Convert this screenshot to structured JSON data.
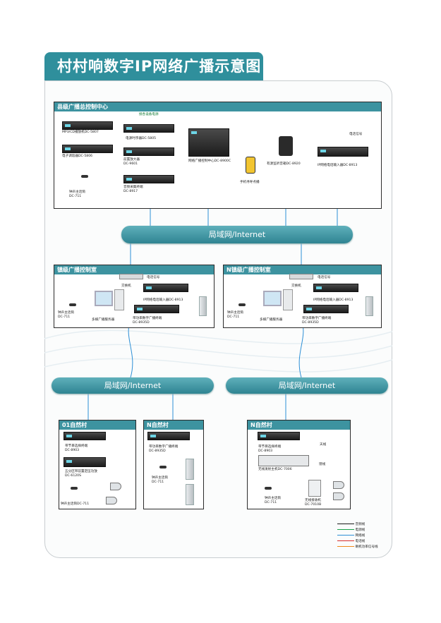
{
  "title": "村村响数字IP网络广播示意图",
  "county": {
    "header": "县级广播总控制中心",
    "devices": {
      "mp3": "MP3/CD播放机DC-5807",
      "tuner": "电子调谐器DC-5806",
      "sequencer": "电源时序器DC-5805",
      "preamp_1": "前置放大器",
      "preamp_2": "DC-9601",
      "collector_1": "音频采集终端",
      "collector_2": "DC-8917",
      "mic_1": "钟声主话筒",
      "mic_2": "DC-711",
      "control_center": "网络广播控制中心DC-8900C",
      "remote": "手机寻呼点播",
      "active_speaker": "有源监听音箱DC-8920",
      "phone_input": "IP网络电话输入器DC-8913",
      "phone_signal": "电话信号",
      "power_label": "接各设备电源"
    }
  },
  "internet_label": "局域网/Internet",
  "town_left": {
    "header": "镇级广播控制室",
    "switch": "交换机",
    "phone_signal": "电话信号",
    "phone_input": "IP网络电话输入器DC-8913",
    "terminal_1": "带功率数字广播终端",
    "terminal_2": "DC-8935D",
    "server": "多媒广播服务器",
    "mic_1": "钟声主话筒",
    "mic_2": "DC-711"
  },
  "town_right": {
    "header": "N镇级广播控制室",
    "switch": "交换机",
    "phone_signal": "电话信号",
    "phone_input": "IP网络电话输入器DC-8913",
    "terminal_1": "带功率数字广播终端",
    "terminal_2": "DC-8935D",
    "server": "多媒广播服务器",
    "mic_1": "钟声主话筒",
    "mic_2": "DC-711"
  },
  "village_1": {
    "header": "01自然村",
    "terminal_1": "带节目选择终端",
    "terminal_2": "DC-8903",
    "amp_1": "五分区带前置定压功放",
    "amp_2": "DC-6120S",
    "mic": "钟声主话筒DC-711"
  },
  "village_2": {
    "header": "N自然村",
    "terminal_1": "带功率数字广播终端",
    "terminal_2": "DC-8935D",
    "mic_1": "钟声主话筒",
    "mic_2": "DC-711"
  },
  "village_3": {
    "header": "N自然村",
    "terminal_1": "带节目选择终端",
    "terminal_2": "DC-8903",
    "fm_transmitter": "无线发射主机DC-7006",
    "antenna": "天线",
    "feeder": "馈线",
    "mic_1": "钟声主话筒",
    "mic_2": "DC-711",
    "receiver_1": "无线接收机",
    "receiver_2": "DC-7010B"
  },
  "legend": [
    {
      "label": "音频线",
      "color": "#1a1a1a"
    },
    {
      "label": "电源线",
      "color": "#1aa34a"
    },
    {
      "label": "网络线",
      "color": "#2d8fd6"
    },
    {
      "label": "电话线",
      "color": "#d62a2a"
    },
    {
      "label": "喇机功率信号线",
      "color": "#f08a1c"
    }
  ]
}
